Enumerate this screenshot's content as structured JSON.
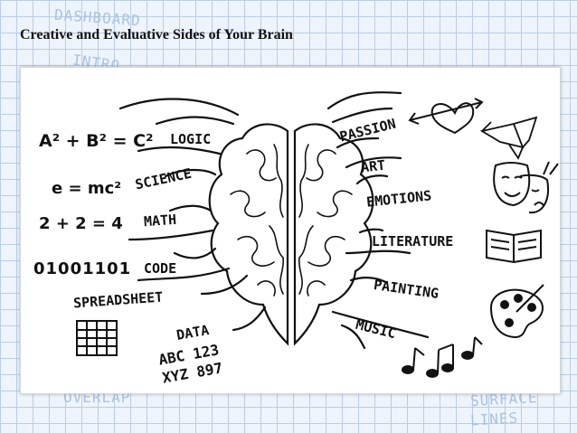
{
  "title": "Creative and Evaluative Sides of Your Brain",
  "background_text": {
    "top_left": "DASHBOARD",
    "top_left_2": "INTRO",
    "bottom_left": "OVERLAP",
    "bottom_right_1": "SURFACE",
    "bottom_right_2": "LINES"
  },
  "left_side": {
    "equations": [
      "A² + B² = C²",
      "e = mc²",
      "2 + 2 = 4",
      "01001101"
    ],
    "labels": [
      "LOGIC",
      "SCIENCE",
      "MATH",
      "CODE",
      "SPREADSHEET",
      "DATA"
    ],
    "data_text_1": "ABC 123",
    "data_text_2": "XYZ 897"
  },
  "right_side": {
    "labels": [
      "PASSION",
      "ART",
      "EMOTIONS",
      "LITERATURE",
      "PAINTING",
      "MUSIC"
    ]
  },
  "icons": [
    "heart-arrow-icon",
    "paper-crane-icon",
    "theater-masks-icon",
    "open-book-icon",
    "paint-palette-icon",
    "music-notes-icon",
    "grid-spreadsheet-icon",
    "brain-icon"
  ],
  "colors": {
    "grid": "#b9cde6",
    "ink": "#111111",
    "ghost": "#a9c2e2"
  }
}
